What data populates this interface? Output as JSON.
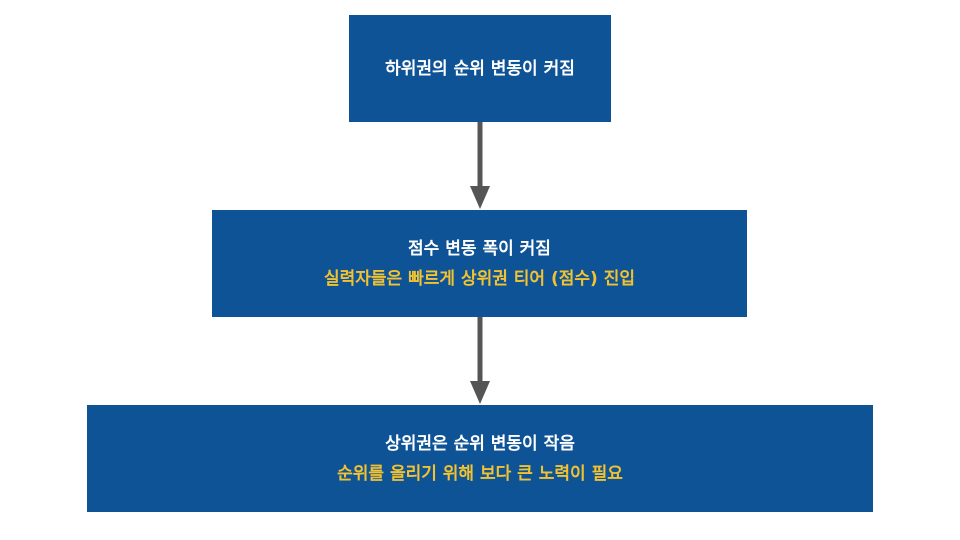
{
  "boxes": [
    {
      "primary": "하위권의 순위 변동이 커짐",
      "secondary": ""
    },
    {
      "primary": "점수 변동 폭이 커짐",
      "secondary": "실력자들은 빠르게 상위권 티어 (점수) 진입"
    },
    {
      "primary": "상위권은 순위 변동이 작음",
      "secondary": "순위를 올리기 위해 보다 큰 노력이 필요"
    }
  ],
  "colors": {
    "box_fill": "#0e5396",
    "primary_text": "#ffffff",
    "secondary_text": "#f2c230",
    "arrow": "#555555"
  }
}
